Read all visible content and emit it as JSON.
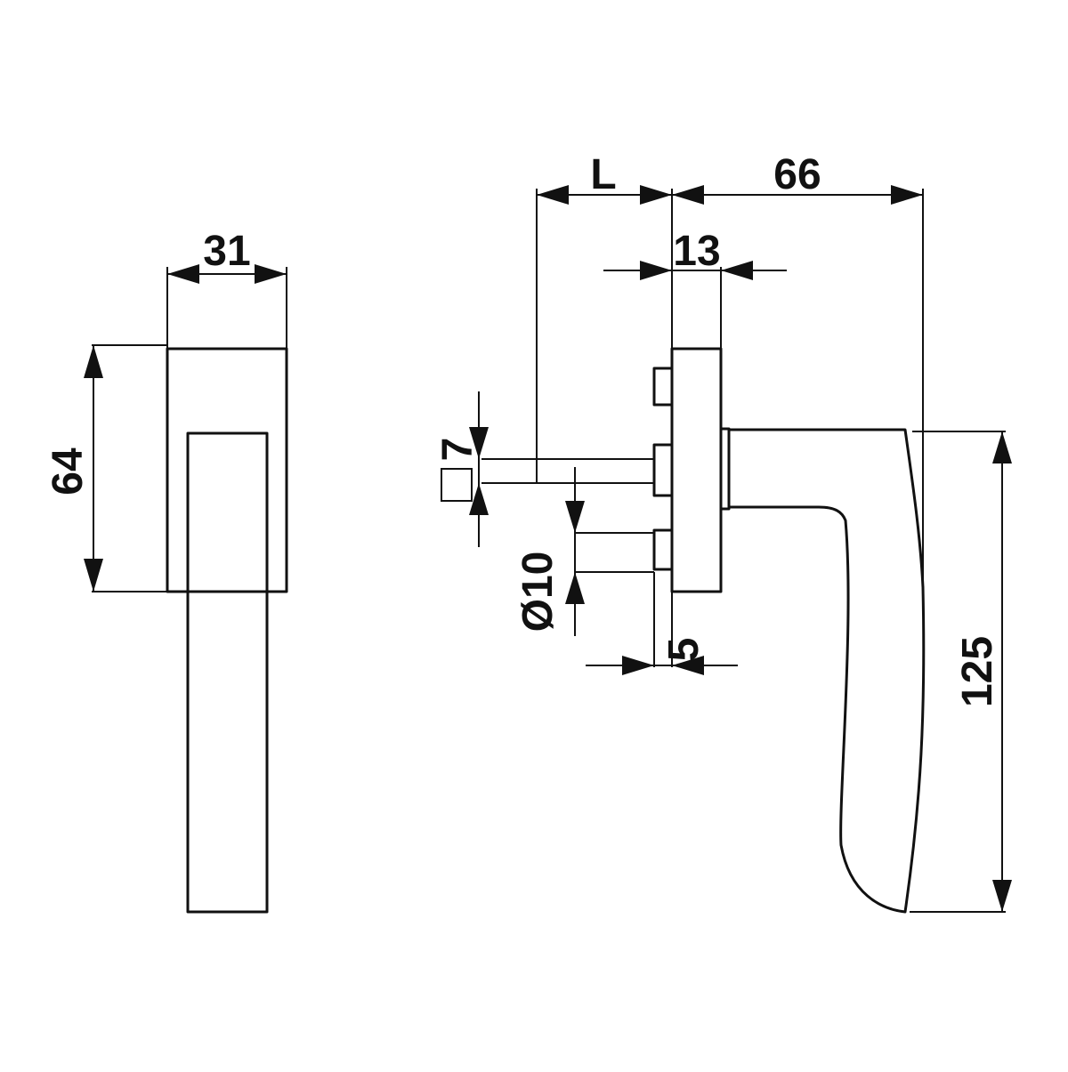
{
  "dimensions": {
    "width_front": "31",
    "height_rose": "64",
    "spindle_length": "L",
    "projection": "66",
    "rose_depth": "13",
    "spindle_square": "7",
    "screw_diameter": "Ø10",
    "screw_offset": "5",
    "handle_height": "125"
  }
}
